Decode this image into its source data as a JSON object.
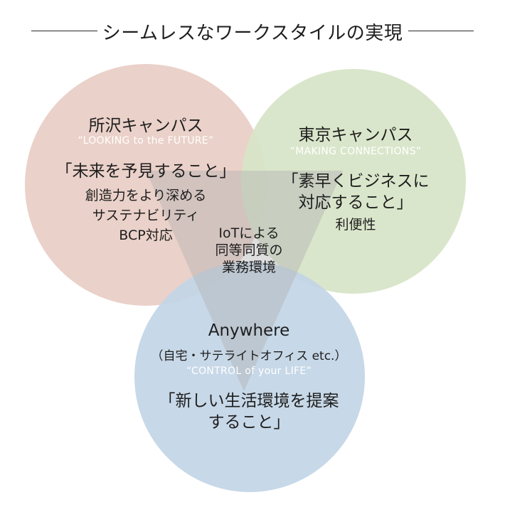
{
  "title": "シームレスなワークスタイルの実現",
  "colors": {
    "tokorozawa": "#e8cdc4",
    "tokyo": "#d7e4c7",
    "anywhere": "#c2d5e6",
    "triangle": "#b1b1b1",
    "slogan_text": "#ffffff",
    "text": "#1e1e1e"
  },
  "circles": {
    "tokorozawa": {
      "name": "所沢キャンパス",
      "slogan": "“LOOKING to the FUTURE”",
      "value": "「未来を予見すること」",
      "details": [
        "創造力をより深める",
        "サステナビリティ",
        "BCP対応"
      ]
    },
    "tokyo": {
      "name": "東京キャンパス",
      "slogan": "“MAKING CONNECTIONS”",
      "value_lines": [
        "「素早くビジネスに",
        "対応すること」"
      ],
      "details": [
        "利便性"
      ]
    },
    "anywhere": {
      "name": "Anywhere",
      "subtitle": "（自宅・サテライトオフィス etc.）",
      "slogan": "“CONTROL of your LIFE”",
      "value_lines": [
        "「新しい生活環境を提案",
        "すること」"
      ]
    }
  },
  "center": {
    "lines": [
      "IoTによる",
      "同等同質の",
      "業務環境"
    ]
  }
}
